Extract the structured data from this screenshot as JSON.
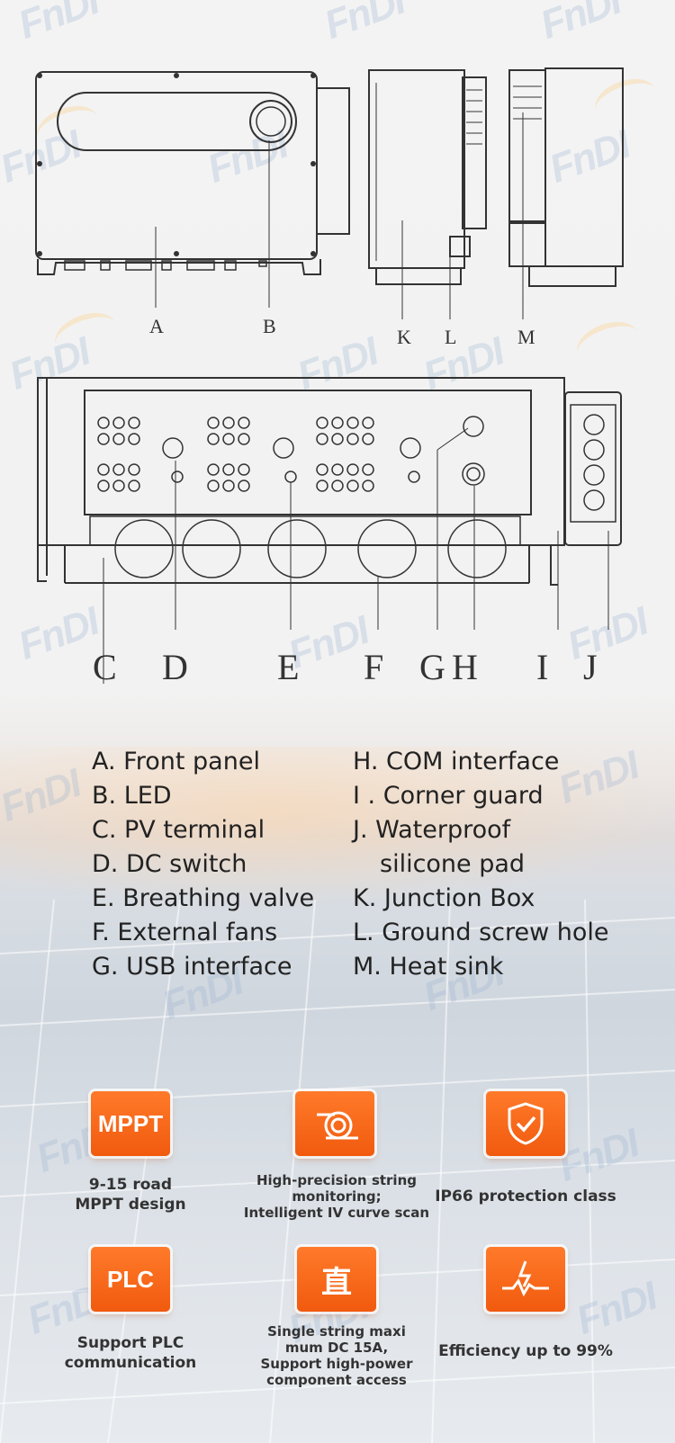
{
  "diagram_letters": {
    "a": "A",
    "b": "B",
    "k": "K",
    "l": "L",
    "m": "M",
    "c": "C",
    "d": "D",
    "e": "E",
    "f": "F",
    "g": "G",
    "h": "H",
    "i": "I",
    "j": "J"
  },
  "legend": {
    "left": [
      "A. Front panel",
      "B. LED",
      "C. PV terminal",
      "D. DC switch",
      "E. Breathing valve",
      "F. External fans",
      "G. USB interface"
    ],
    "right": [
      "H. COM interface",
      "I . Corner guard",
      "J. Waterproof",
      "silicone pad",
      "K. Junction Box",
      "L. Ground screw hole",
      "M. Heat sink"
    ]
  },
  "features": [
    {
      "icon": "MPPT",
      "icon_name": "mppt-text-icon",
      "text": "9-15 road\nMPPT design"
    },
    {
      "icon": "",
      "icon_name": "string-monitor-icon",
      "text": "High-precision string\nmonitoring;\nIntelligent IV curve scan"
    },
    {
      "icon": "",
      "icon_name": "shield-check-icon",
      "text": "IP66 protection class"
    },
    {
      "icon": "PLC",
      "icon_name": "plc-text-icon",
      "text": "Support PLC\ncommunication"
    },
    {
      "icon": "直",
      "icon_name": "dc-character-icon",
      "text": "Single string maxi\nmum DC 15A,\nSupport high-power\ncomponent access"
    },
    {
      "icon": "",
      "icon_name": "efficiency-icon",
      "text": "Efficiency up to 99%"
    }
  ],
  "watermark": "FnDI",
  "colors": {
    "accent": "#f15a0e",
    "line": "#333333"
  }
}
